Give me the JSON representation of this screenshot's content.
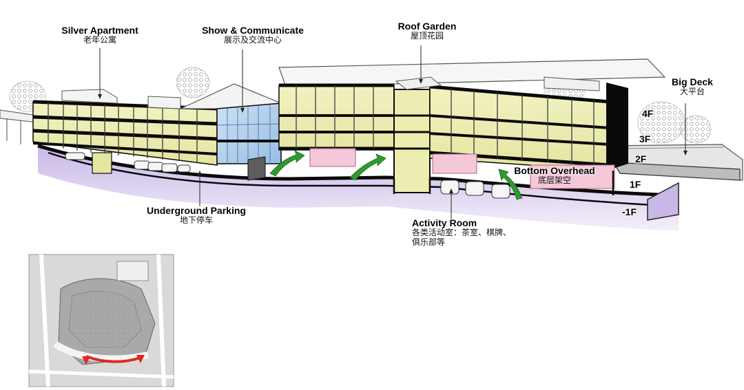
{
  "labels": {
    "silver_apartment": {
      "en": "Silver Apartment",
      "cn": "老年公寓"
    },
    "show_communicate": {
      "en": "Show & Communicate",
      "cn": "展示及交流中心"
    },
    "roof_garden": {
      "en": "Roof Garden",
      "cn": "屋顶花园"
    },
    "big_deck": {
      "en": "Big Deck",
      "cn": "大平台"
    },
    "underground_parking": {
      "en": "Underground Parking",
      "cn": "地下停车"
    },
    "activity_room": {
      "en": "Activity Room",
      "cn_line1": "各类活动室：茶室、棋牌、",
      "cn_line2": "俱乐部等"
    },
    "bottom_overhead": {
      "en": "Bottom Overhead",
      "cn": "底层架空"
    }
  },
  "floors": [
    "4F",
    "3F",
    "2F",
    "1F",
    "-1F"
  ],
  "colors": {
    "apartment_glazing": "#ecedb0",
    "showroom_glass": "#b7d2ee",
    "activity_pink": "#f4c8d8",
    "parking_purple": "#ddd2ee",
    "green_arrow": "#2f9a2f",
    "route_red": "#e0281e",
    "structure": "#0a0a0a"
  },
  "site_plan": {
    "icon": "site-plan-thumbnail",
    "highlight": "red route along southern edge"
  }
}
